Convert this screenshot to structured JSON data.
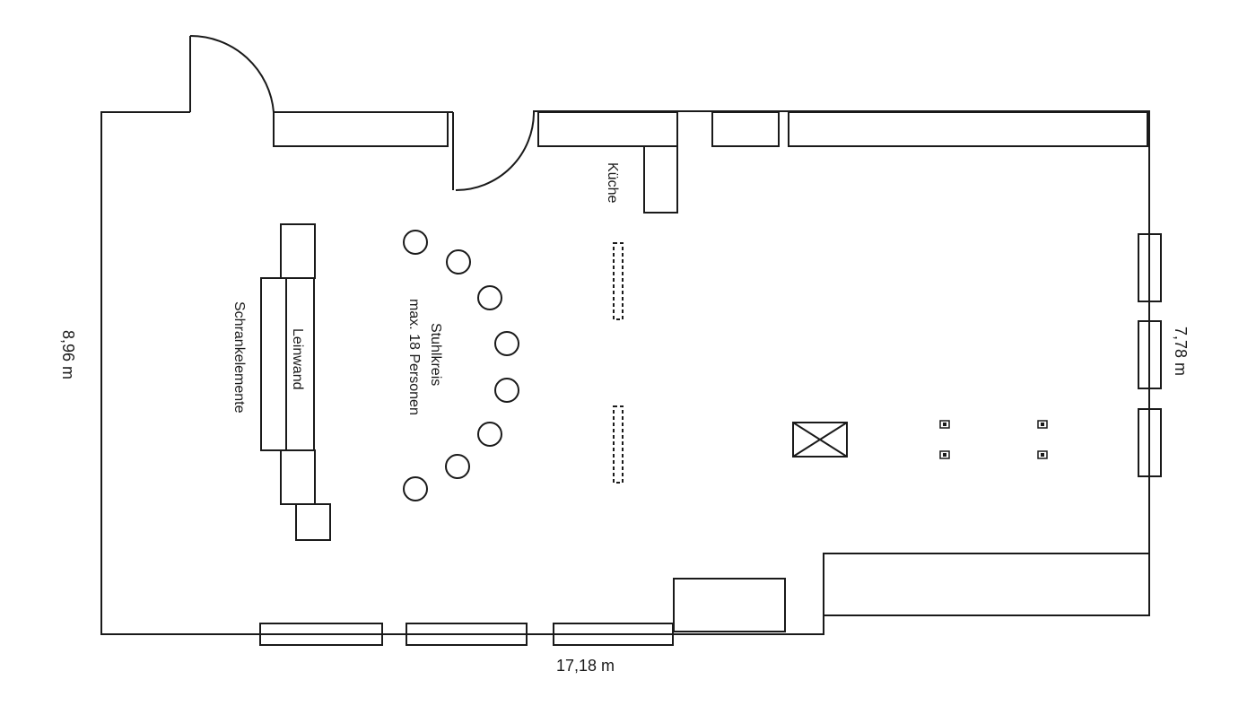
{
  "plan": {
    "labels": {
      "kitchen": "Küche",
      "screen": "Leinwand",
      "cabinets": "Schrankelemente",
      "chair_circle_line1": "Stuhlkreis",
      "chair_circle_line2": "max. 18 Personen"
    },
    "dimensions": {
      "left": "8,96  m",
      "right": "7,78  m",
      "bottom": "17,18 m"
    },
    "chair_count_drawn": 8
  }
}
